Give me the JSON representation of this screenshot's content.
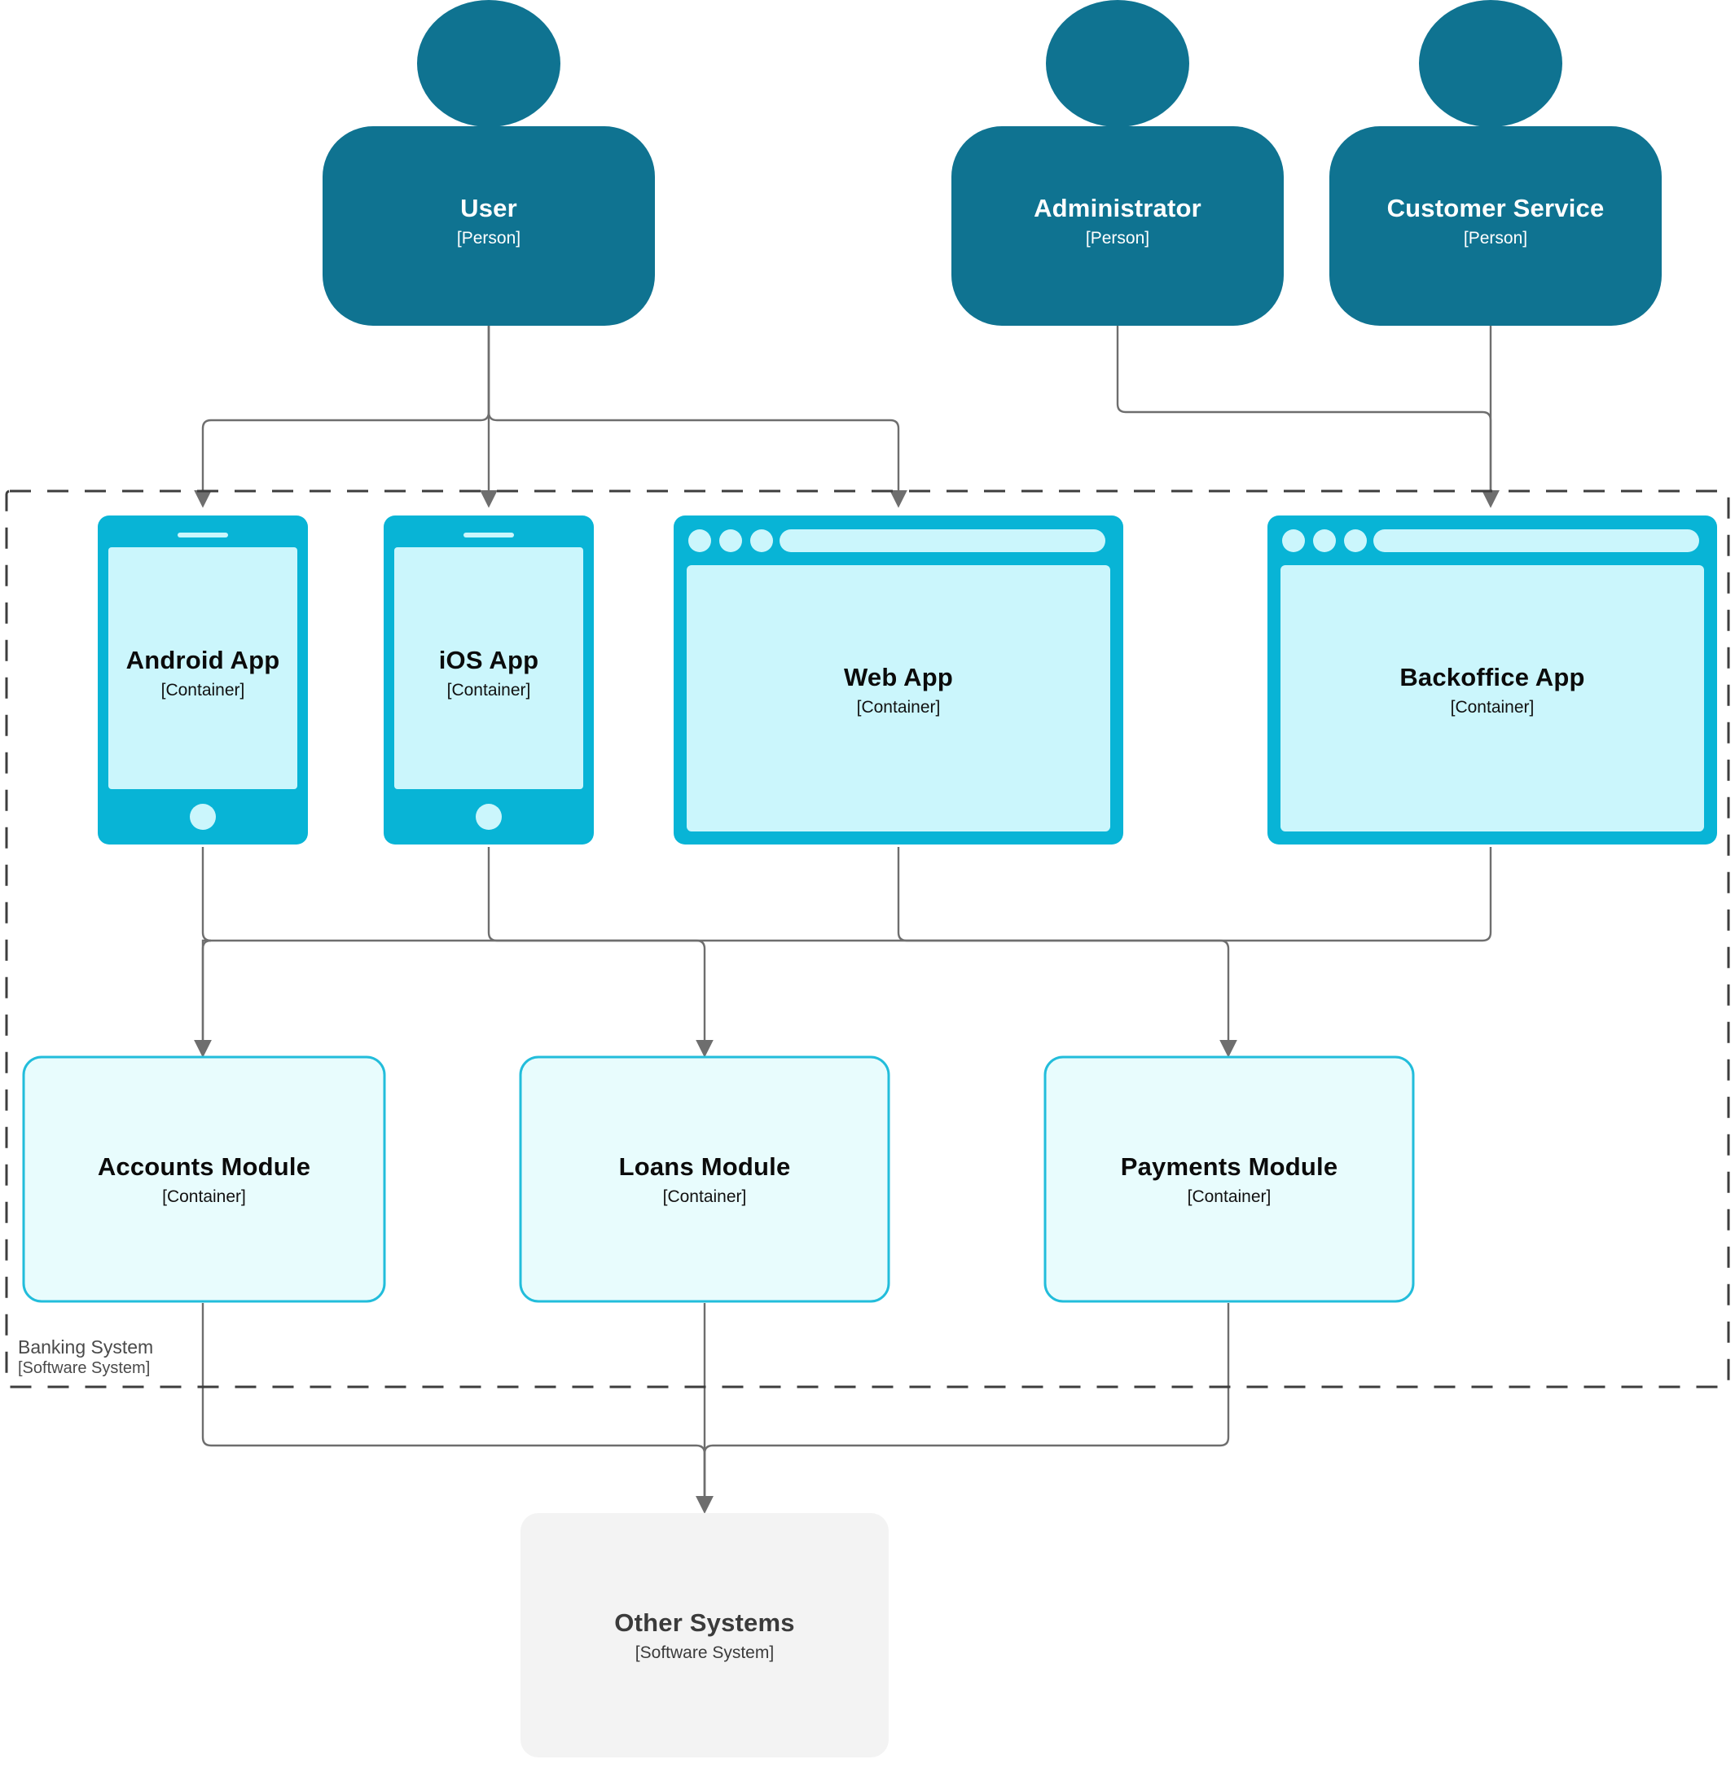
{
  "diagram": {
    "type": "c4-container-diagram",
    "colors": {
      "person_fill": "#0F7391",
      "person_text": "#FFFFFF",
      "container_frame": "#08B4D6",
      "container_screen": "#CBF6FC",
      "module_fill": "#E8FCFD",
      "module_stroke": "#22BDDB",
      "external_system_fill": "#F3F3F3",
      "external_system_text": "#3B3B3B",
      "edge_stroke": "#6E6E6E",
      "boundary_stroke": "#3D3D3D"
    }
  },
  "people": [
    {
      "id": "user",
      "name": "User",
      "type": "[Person]"
    },
    {
      "id": "administrator",
      "name": "Administrator",
      "type": "[Person]"
    },
    {
      "id": "customer-service",
      "name": "Customer Service",
      "type": "[Person]"
    }
  ],
  "boundary": {
    "name": "Banking System",
    "type": "[Software System]"
  },
  "containers": [
    {
      "id": "android-app",
      "name": "Android App",
      "type": "[Container]",
      "shape": "mobile-device"
    },
    {
      "id": "ios-app",
      "name": "iOS App",
      "type": "[Container]",
      "shape": "mobile-device"
    },
    {
      "id": "web-app",
      "name": "Web App",
      "type": "[Container]",
      "shape": "browser-window"
    },
    {
      "id": "backoffice-app",
      "name": "Backoffice App",
      "type": "[Container]",
      "shape": "browser-window"
    },
    {
      "id": "accounts-module",
      "name": "Accounts Module",
      "type": "[Container]",
      "shape": "rounded-box"
    },
    {
      "id": "loans-module",
      "name": "Loans Module",
      "type": "[Container]",
      "shape": "rounded-box"
    },
    {
      "id": "payments-module",
      "name": "Payments Module",
      "type": "[Container]",
      "shape": "rounded-box"
    }
  ],
  "external_systems": [
    {
      "id": "other-systems",
      "name": "Other Systems",
      "type": "[Software System]"
    }
  ],
  "relationships": [
    {
      "from": "user",
      "to": "android-app"
    },
    {
      "from": "user",
      "to": "ios-app"
    },
    {
      "from": "user",
      "to": "web-app"
    },
    {
      "from": "administrator",
      "to": "backoffice-app"
    },
    {
      "from": "customer-service",
      "to": "backoffice-app"
    },
    {
      "from": "android-app",
      "to": "accounts-module"
    },
    {
      "from": "ios-app",
      "to": "loans-module"
    },
    {
      "from": "web-app",
      "to": "payments-module"
    },
    {
      "from": "backoffice-app",
      "to": "accounts-module"
    },
    {
      "from": "accounts-module",
      "to": "other-systems"
    },
    {
      "from": "loans-module",
      "to": "other-systems"
    },
    {
      "from": "payments-module",
      "to": "other-systems"
    }
  ]
}
